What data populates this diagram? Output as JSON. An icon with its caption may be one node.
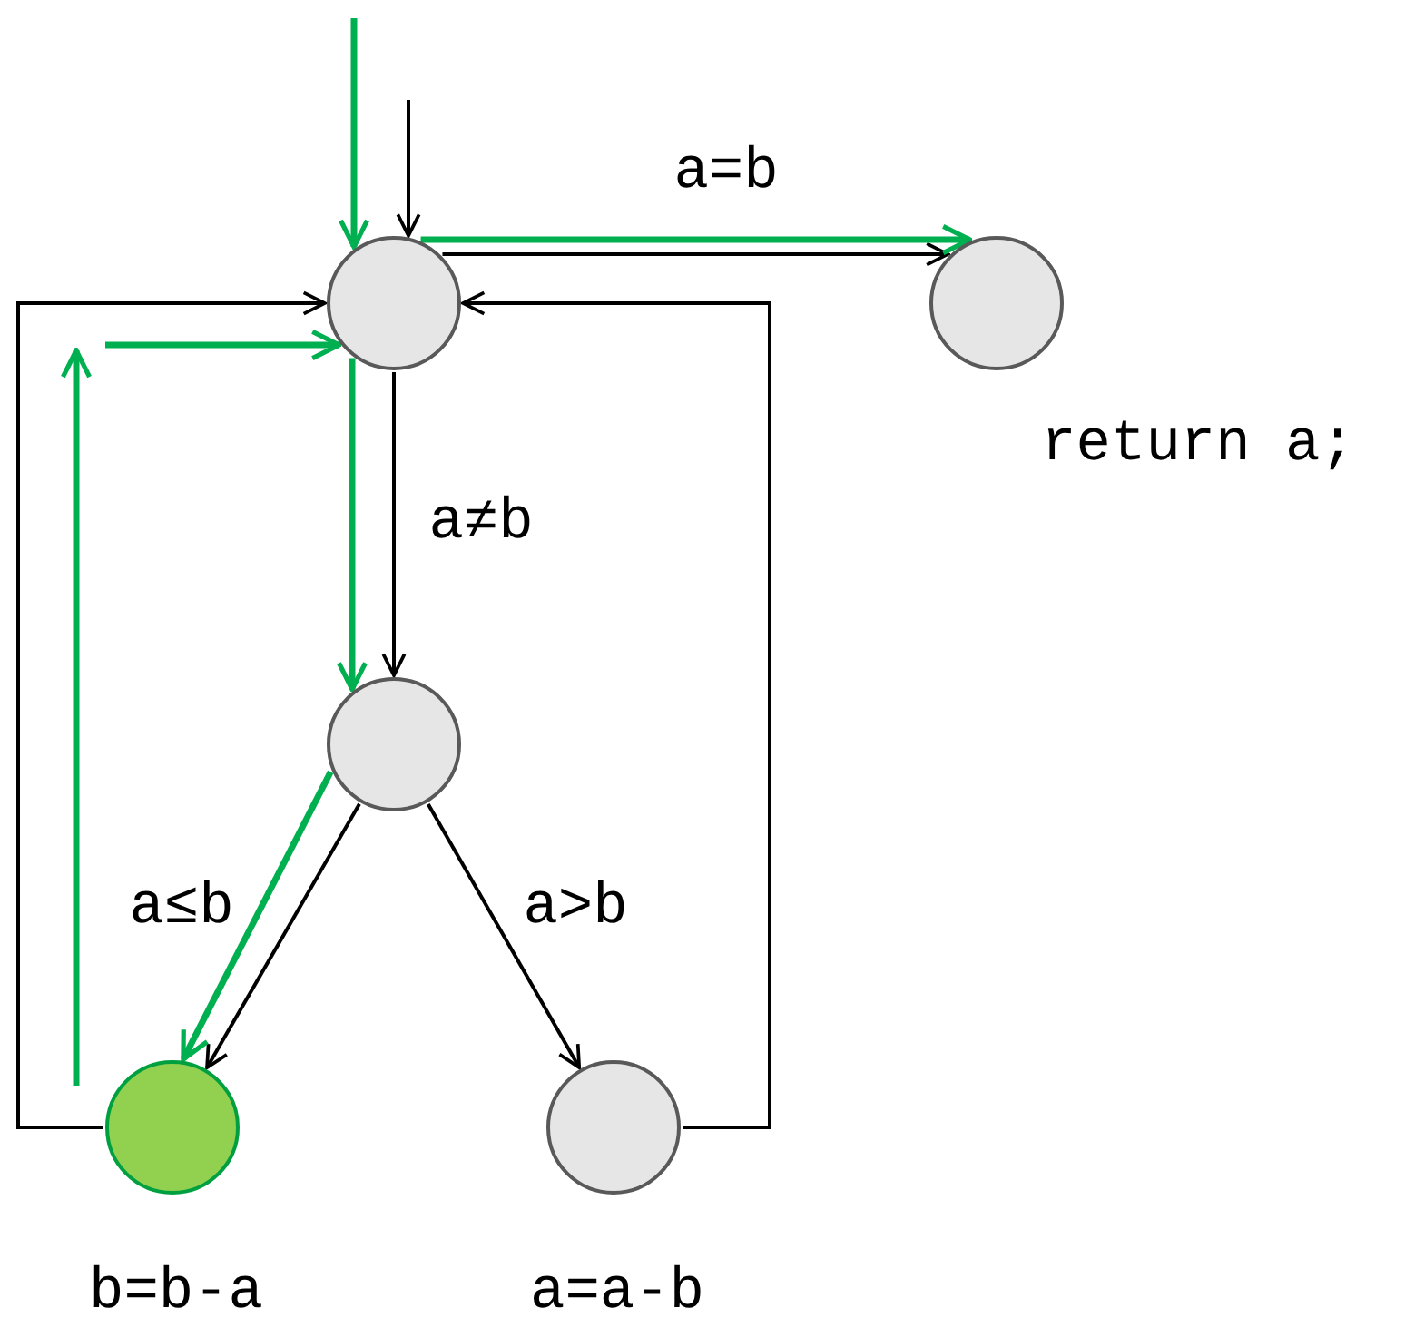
{
  "diagram": {
    "nodes": [
      {
        "text": [],
        "shape": "circle"
      },
      {
        "text": [],
        "shape": "circle",
        "beside": [
          "return a;"
        ]
      },
      {
        "text": [],
        "shape": "circle"
      },
      {
        "text": [],
        "shape": "circle",
        "beside": [
          "b=b-a"
        ]
      },
      {
        "text": [],
        "shape": "circle",
        "beside": [
          "a=a-b"
        ]
      }
    ],
    "edges": [
      {
        "from": null,
        "to": 0,
        "arrow": "to"
      },
      {
        "from": 0,
        "to": 1,
        "arrow": "to",
        "label": "a=b"
      },
      {
        "from": 0,
        "to": 2,
        "arrow": "to",
        "label": "a≠b"
      },
      {
        "from": 2,
        "to": 3,
        "arrow": "to",
        "label": "a≤b"
      },
      {
        "from": 2,
        "to": 4,
        "arrow": "to",
        "label": "a>b"
      },
      {
        "from": 3,
        "to": 0,
        "arrow": "to"
      },
      {
        "from": 4,
        "to": 0,
        "arrow": "to"
      },
      {
        "from": 0,
        "to": 2,
        "arrow": "to",
        "color": "#00b050"
      },
      {
        "from": 2,
        "to": 3,
        "arrow": "to",
        "color": "#00b050"
      },
      {
        "from": null,
        "to": 0,
        "arrow": "to",
        "color": "#00b050"
      },
      {
        "from": 0,
        "to": 1,
        "arrow": "to",
        "color": "#00b050"
      },
      {
        "from": null,
        "to": 0,
        "arrow": "to",
        "color": "#00b050"
      }
    ]
  }
}
